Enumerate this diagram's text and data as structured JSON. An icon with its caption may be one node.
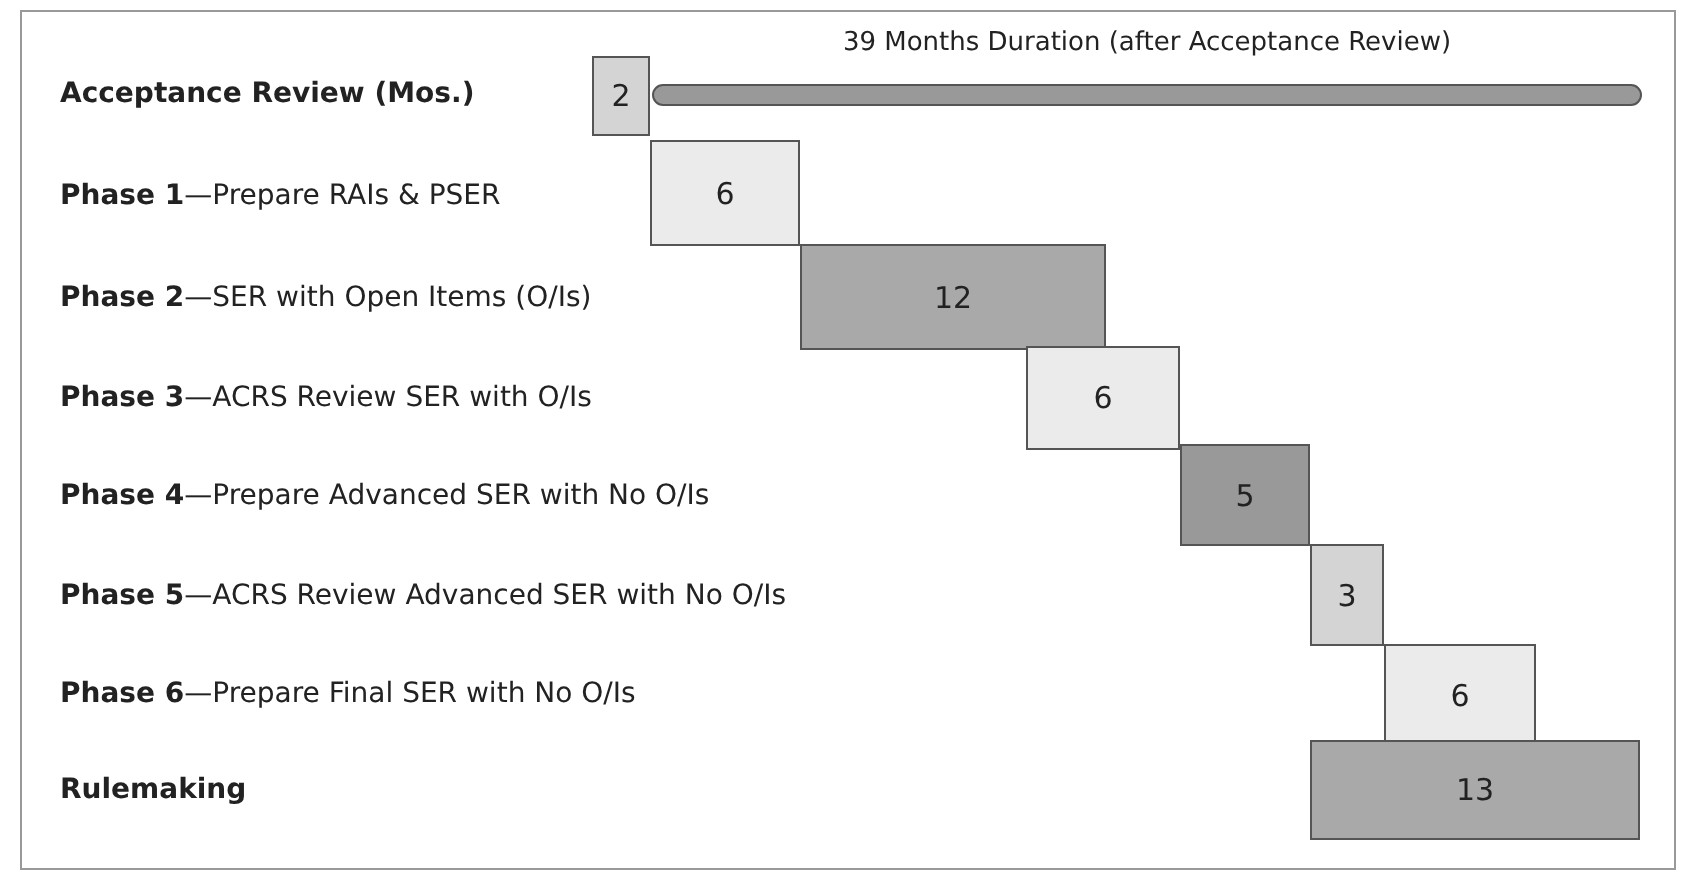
{
  "diagram": {
    "nodes": [
      {
        "text": [
          "2"
        ]
      },
      {
        "text": [
          "39 Months Duration (after Acceptance Review)"
        ]
      },
      {
        "text": [
          "6"
        ]
      },
      {
        "text": [
          "12"
        ]
      },
      {
        "text": [
          "6"
        ]
      },
      {
        "text": [
          "5"
        ]
      },
      {
        "text": [
          "3"
        ]
      },
      {
        "text": [
          "6"
        ]
      },
      {
        "text": [
          "13"
        ]
      }
    ],
    "edges": [],
    "labels": [
      "Acceptance Review (Mos.)",
      "**Phase 1**—Prepare RAIs & PSER",
      "**Phase 2**—SER with Open Items (O/Is)",
      "**Phase 3**—ACRS Review SER with O/Is",
      "**Phase 4**—Prepare Advanced SER with No O/Is",
      "**Phase 5**—ACRS Review Advanced SER with No O/Is",
      "**Phase 6**—Prepare Final SER with No O/Is",
      "Rulemaking"
    ]
  }
}
